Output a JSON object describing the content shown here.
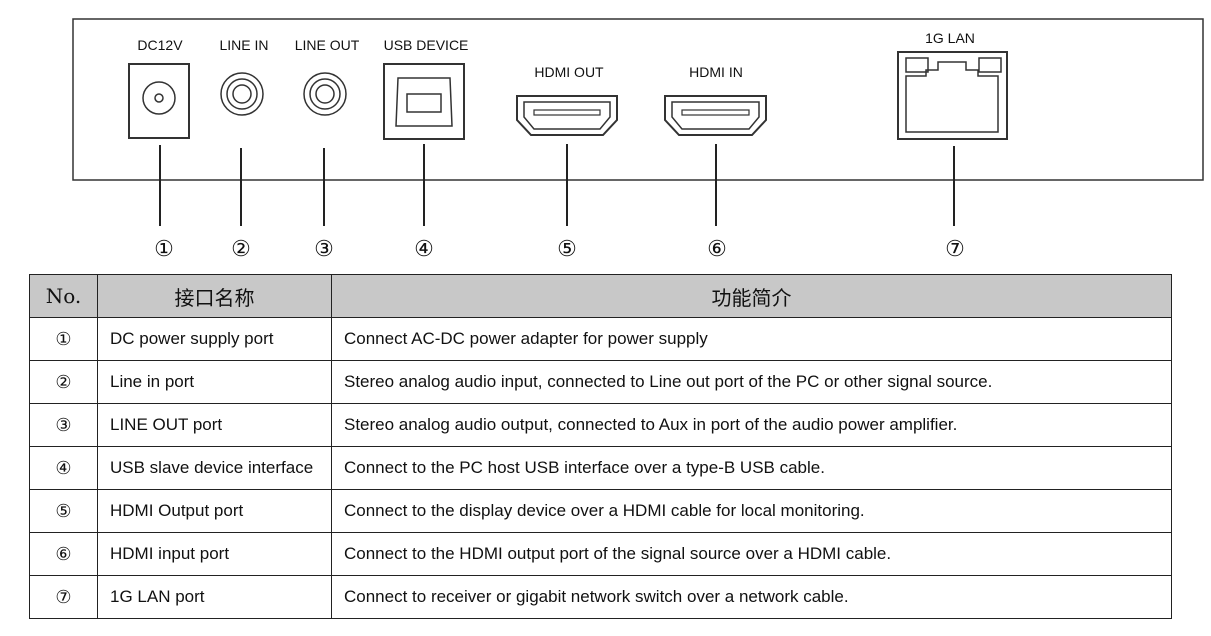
{
  "panel": {
    "ports": [
      {
        "label": "DC12V",
        "callout": "①"
      },
      {
        "label": "LINE IN",
        "callout": "②"
      },
      {
        "label": "LINE OUT",
        "callout": "③"
      },
      {
        "label": "USB DEVICE",
        "callout": "④"
      },
      {
        "label": "HDMI OUT",
        "callout": "⑤"
      },
      {
        "label": "HDMI IN",
        "callout": "⑥"
      },
      {
        "label": "1G LAN",
        "callout": "⑦"
      }
    ]
  },
  "table": {
    "headers": [
      "No.",
      "接口名称",
      "功能简介"
    ],
    "rows": [
      {
        "no": "①",
        "name": "DC power supply port",
        "desc": "Connect AC-DC power adapter for power supply"
      },
      {
        "no": "②",
        "name": "Line in port",
        "desc": "Stereo analog audio input, connected to Line out port of the PC or other signal source."
      },
      {
        "no": "③",
        "name": "LINE OUT port",
        "desc": "Stereo analog audio output, connected to Aux in port of the audio power amplifier."
      },
      {
        "no": "④",
        "name": "USB slave device interface",
        "desc": "Connect to the PC host USB interface over a type-B USB cable."
      },
      {
        "no": "⑤",
        "name": "HDMI Output port",
        "desc": "Connect to the display device over a HDMI cable for local monitoring."
      },
      {
        "no": "⑥",
        "name": "HDMI input port",
        "desc": "Connect to the HDMI output port of the signal source over a HDMI cable."
      },
      {
        "no": "⑦",
        "name": "1G LAN port",
        "desc": "Connect to receiver or gigabit network switch over a network cable."
      }
    ]
  }
}
